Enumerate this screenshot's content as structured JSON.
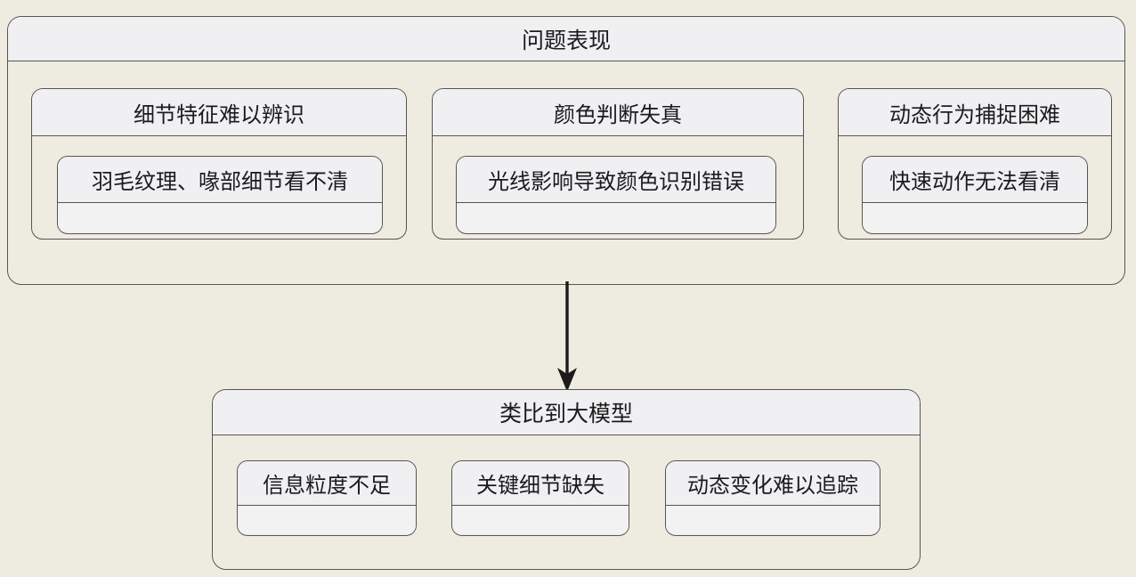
{
  "diagram": {
    "type": "nested-block-flow",
    "background_color": "#eeece0",
    "box_fill": "#f0f0f2",
    "border_color": "#565650",
    "text_color": "#1b1b1b",
    "groups": [
      {
        "id": "problem-manifestation",
        "title": "问题表现",
        "children": [
          {
            "id": "detail-feature",
            "title": "细节特征难以辨识",
            "leaf": "羽毛纹理、喙部细节看不清"
          },
          {
            "id": "color-judgement",
            "title": "颜色判断失真",
            "leaf": "光线影响导致颜色识别错误"
          },
          {
            "id": "dynamic-behavior",
            "title": "动态行为捕捉困难",
            "leaf": "快速动作无法看清"
          }
        ]
      },
      {
        "id": "analogy-to-llm",
        "title": "类比到大模型",
        "children": [
          {
            "id": "info-granularity",
            "title": "信息粒度不足"
          },
          {
            "id": "key-detail-missing",
            "title": "关键细节缺失"
          },
          {
            "id": "dynamic-change-tracking",
            "title": "动态变化难以追踪"
          }
        ]
      }
    ],
    "connector": {
      "id": "arrow-problem-to-analogy",
      "direction": "down",
      "from": "problem-manifestation",
      "to": "analogy-to-llm",
      "label": ""
    }
  }
}
